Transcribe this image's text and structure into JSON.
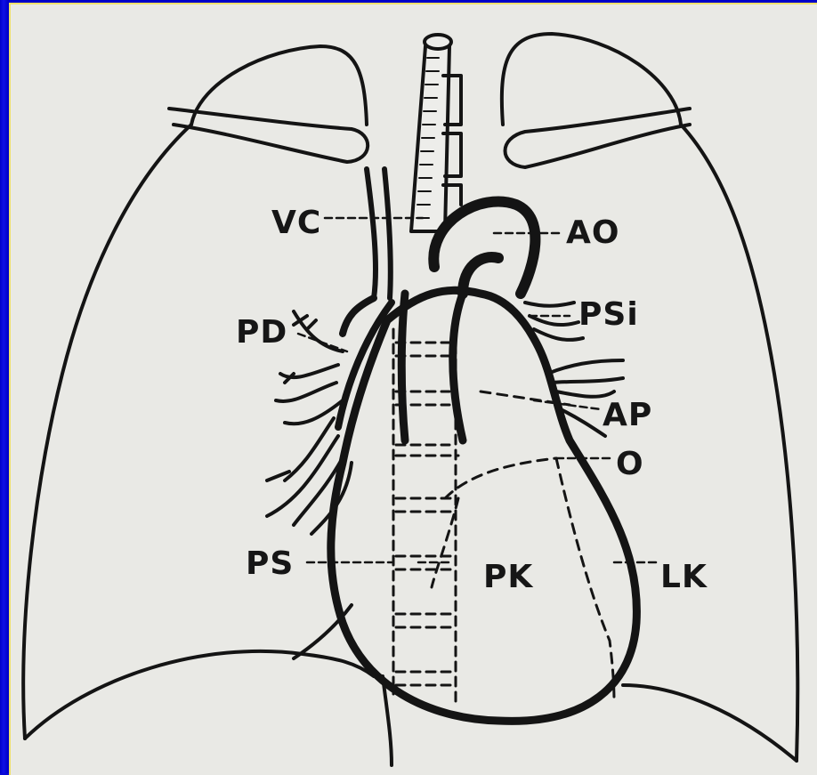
{
  "labels": {
    "vc": "VC",
    "ao": "AO",
    "psi": "PSi",
    "pd": "PD",
    "ap": "AP",
    "o": "O",
    "ps": "PS",
    "pk": "PK",
    "lk": "LK"
  },
  "colors": {
    "border": "#0000c8",
    "paper": "#e9e9e5",
    "ink": "#141414",
    "accent_line": "#f0e06a"
  }
}
